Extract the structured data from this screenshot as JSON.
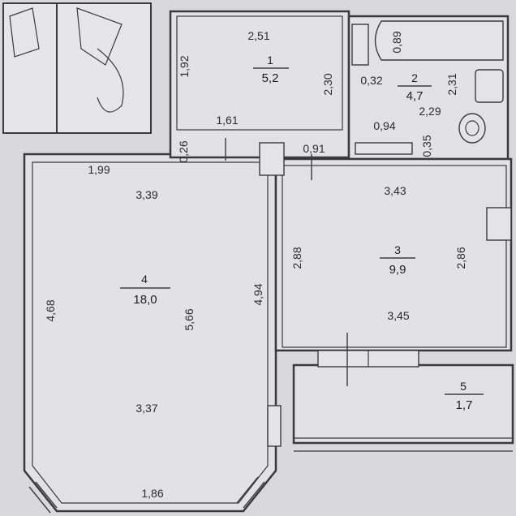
{
  "rooms": [
    {
      "number": "1",
      "area": "5,2"
    },
    {
      "number": "2",
      "area": "4,7"
    },
    {
      "number": "3",
      "area": "9,9"
    },
    {
      "number": "4",
      "area": "18,0"
    },
    {
      "number": "5",
      "area": "1,7"
    }
  ],
  "dimensions": {
    "r1_top": "2,51",
    "r1_left": "1,92",
    "r1_right": "2,30",
    "r1_bottom": "1,61",
    "corr_026": "0,26",
    "corr_091": "0,91",
    "r2_top": "0,89",
    "r2_left": "0,32",
    "r2_right": "2,31",
    "r2_inner": "2,29",
    "r2_bottom": "0,94",
    "r2_035": "0,35",
    "r3_top": "3,43",
    "r3_left": "2,88",
    "r3_right": "2,86",
    "r3_bottom": "3,45",
    "r4_corner": "1,99",
    "r4_top": "3,39",
    "r4_left": "4,68",
    "r4_center": "5,66",
    "r4_right": "4,94",
    "r4_lower": "3,37",
    "r4_bottom": "1,86"
  },
  "colors": {
    "background": "#d9d8dc",
    "ink": "#2b2b2e",
    "room_fill": "#e2e1e5"
  }
}
